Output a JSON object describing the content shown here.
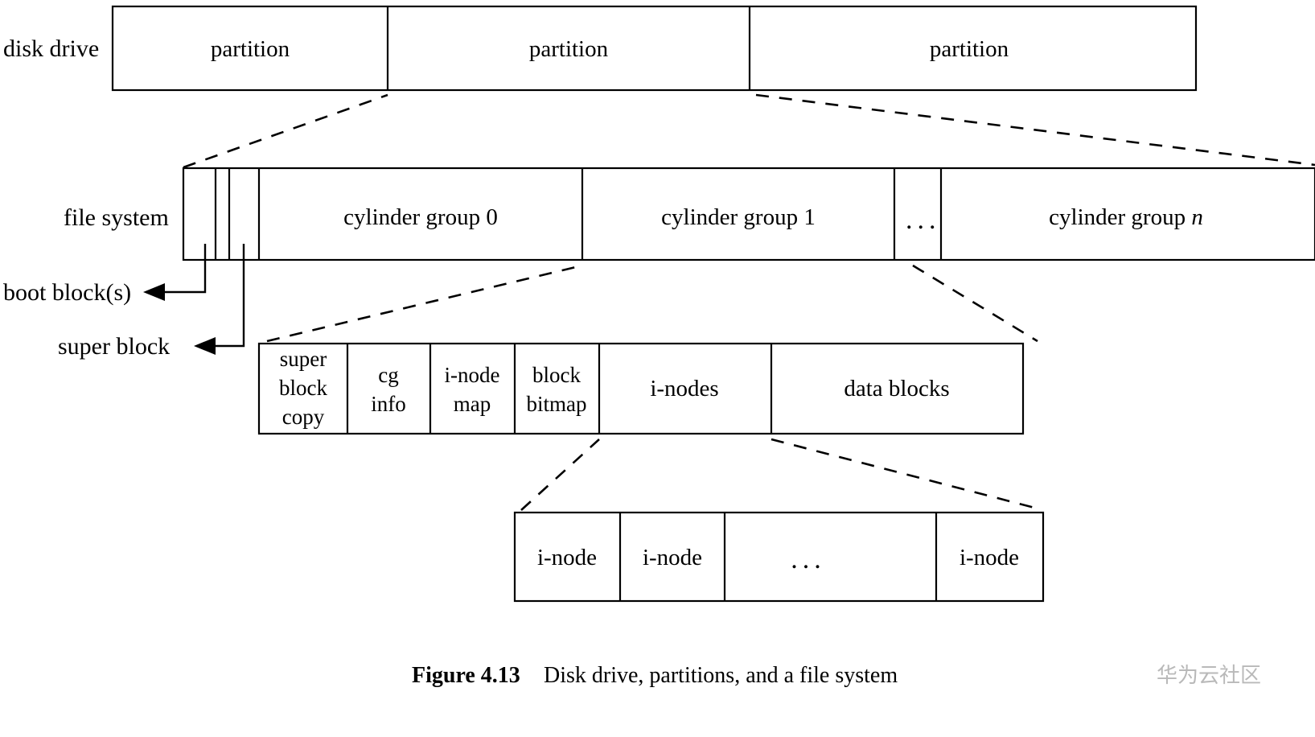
{
  "figure": {
    "caption_label": "Figure 4.13",
    "caption_text": "Disk drive, partitions, and a file system",
    "watermark": "华为云社区"
  },
  "rows": {
    "disk_drive": {
      "side_label": "disk drive",
      "cells": [
        {
          "label": "partition"
        },
        {
          "label": "partition"
        },
        {
          "label": "partition"
        }
      ]
    },
    "file_system": {
      "side_label": "file system",
      "cells": [
        {
          "label": ""
        },
        {
          "label": ""
        },
        {
          "label": "cylinder group 0"
        },
        {
          "label": "cylinder group 1"
        },
        {
          "label": "..."
        },
        {
          "label": "cylinder group ",
          "italic_suffix": "n"
        }
      ]
    },
    "cylinder_group": {
      "cells": [
        {
          "lines": [
            "super",
            "block",
            "copy"
          ]
        },
        {
          "lines": [
            "cg",
            "info"
          ]
        },
        {
          "lines": [
            "i-node",
            "map"
          ]
        },
        {
          "lines": [
            "block",
            "bitmap"
          ]
        },
        {
          "lines": [
            "i-nodes"
          ]
        },
        {
          "lines": [
            "data blocks"
          ]
        }
      ]
    },
    "inode_list": {
      "cells": [
        {
          "label": "i-node"
        },
        {
          "label": "i-node"
        },
        {
          "label": "..."
        },
        {
          "label": "i-node"
        }
      ]
    }
  },
  "callouts": [
    {
      "label": "boot block(s)"
    },
    {
      "label": "super block"
    }
  ]
}
